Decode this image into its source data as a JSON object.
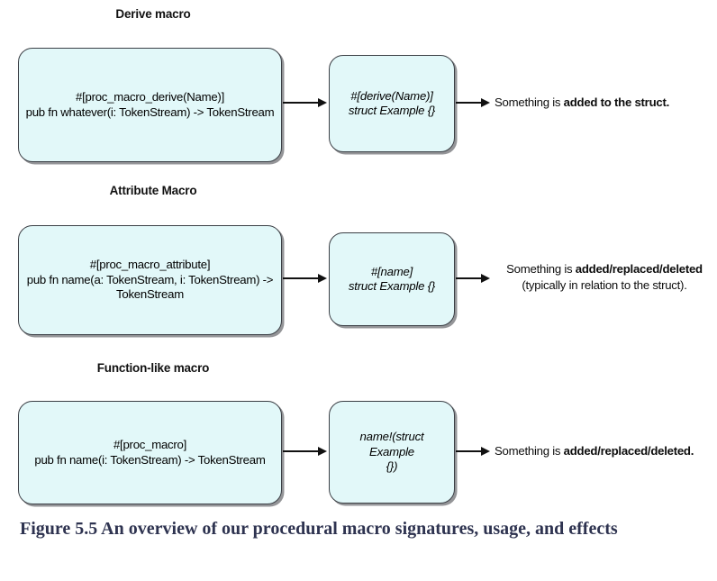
{
  "figure": {
    "caption": "Figure 5.5 An overview of our procedural macro signatures, usage, and effects"
  },
  "colors": {
    "node_fill": "#e2f8f9",
    "node_border": "#3b3f45",
    "arrow": "#111111",
    "caption": "#2e3350",
    "background": "#ffffff"
  },
  "rows": [
    {
      "title": "Derive macro",
      "signature": {
        "line1": "#[proc_macro_derive(Name)]",
        "line2": "pub fn whatever(i: TokenStream) -> TokenStream"
      },
      "usage": {
        "line1": "#[derive(Name)]",
        "line2": "struct Example {}"
      },
      "effect": {
        "prefix": "Something is ",
        "emphasis": "added to the struct.",
        "suffix": "",
        "note": ""
      }
    },
    {
      "title": "Attribute Macro",
      "signature": {
        "line1": "#[proc_macro_attribute]",
        "line2": "pub fn name(a: TokenStream, i: TokenStream) -> TokenStream"
      },
      "usage": {
        "line1": "#[name]",
        "line2": "struct Example {}"
      },
      "effect": {
        "prefix": "Something is ",
        "emphasis": "added/replaced/deleted",
        "suffix": "",
        "note": "(typically in relation to the struct)."
      }
    },
    {
      "title": "Function-like macro",
      "signature": {
        "line1": "#[proc_macro]",
        "line2": "pub fn name(i: TokenStream) -> TokenStream"
      },
      "usage": {
        "line1": "name!(struct Example",
        "line2": "{})"
      },
      "effect": {
        "prefix": "Something is ",
        "emphasis": "added/replaced/deleted.",
        "suffix": "",
        "note": ""
      }
    }
  ]
}
